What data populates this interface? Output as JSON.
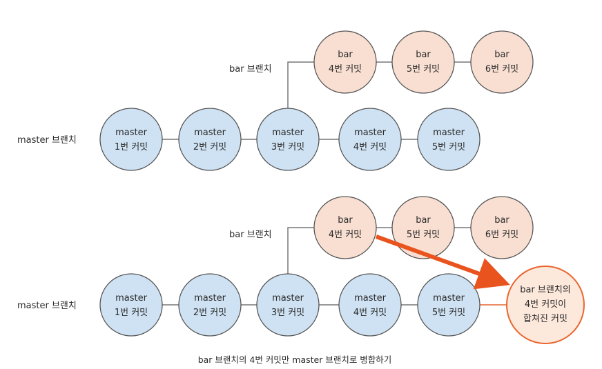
{
  "colors": {
    "master_fill": "#cfe2f3",
    "bar_fill": "#f9dfd2",
    "stroke": "#555555",
    "line": "#777777",
    "merge_fill": "#fde9dc",
    "merge_stroke": "#e9652f",
    "arrow": "#e9531e"
  },
  "top_diagram": {
    "master_label": "master 브랜치",
    "bar_label": "bar 브랜치",
    "master_commits": [
      {
        "line1": "master",
        "line2": "1번 커밋"
      },
      {
        "line1": "master",
        "line2": "2번 커밋"
      },
      {
        "line1": "master",
        "line2": "3번 커밋"
      },
      {
        "line1": "master",
        "line2": "4번 커밋"
      },
      {
        "line1": "master",
        "line2": "5번 커밋"
      }
    ],
    "bar_commits": [
      {
        "line1": "bar",
        "line2": "4번 커밋"
      },
      {
        "line1": "bar",
        "line2": "5번 커밋"
      },
      {
        "line1": "bar",
        "line2": "6번 커밋"
      }
    ]
  },
  "bottom_diagram": {
    "master_label": "master 브랜치",
    "bar_label": "bar 브랜치",
    "master_commits": [
      {
        "line1": "master",
        "line2": "1번 커밋"
      },
      {
        "line1": "master",
        "line2": "2번 커밋"
      },
      {
        "line1": "master",
        "line2": "3번 커밋"
      },
      {
        "line1": "master",
        "line2": "4번 커밋"
      },
      {
        "line1": "master",
        "line2": "5번 커밋"
      }
    ],
    "bar_commits": [
      {
        "line1": "bar",
        "line2": "4번 커밋"
      },
      {
        "line1": "bar",
        "line2": "5번 커밋"
      },
      {
        "line1": "bar",
        "line2": "6번 커밋"
      }
    ],
    "merged_commit": {
      "line1": "bar 브랜치의",
      "line2": "4번 커밋이",
      "line3": "합쳐진 커밋"
    }
  },
  "caption": "bar 브랜치의 4번 커밋만 master 브랜치로 병합하기"
}
